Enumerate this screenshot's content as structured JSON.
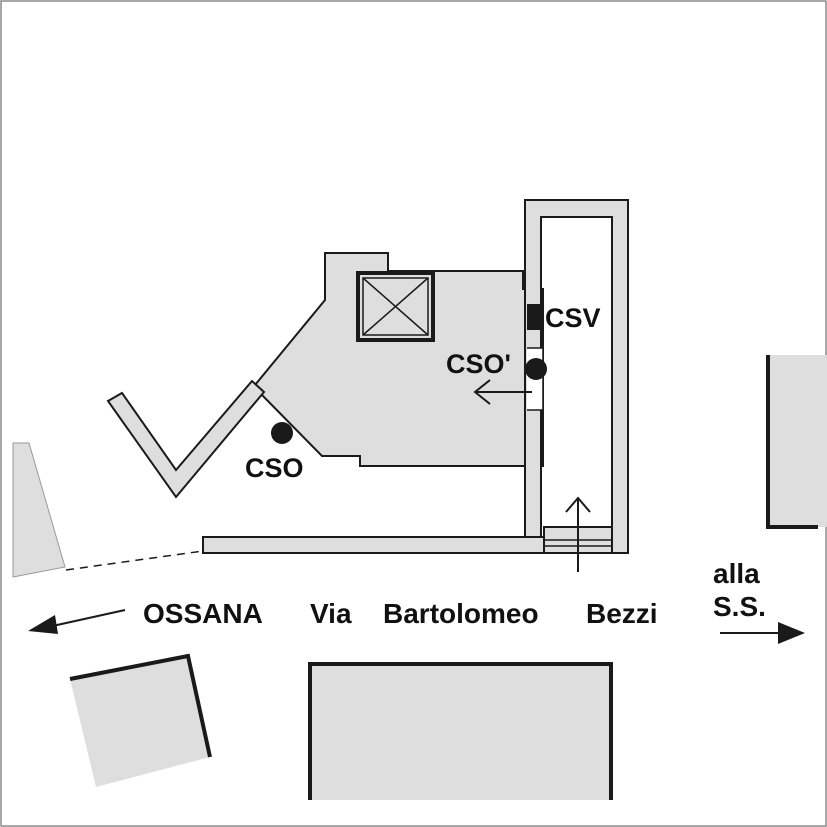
{
  "labels": {
    "csv": "CSV",
    "cso_prime": "CSO'",
    "cso": "CSO",
    "ossana": "OSSANA",
    "street_via": "Via",
    "street_name_1": "Bartolomeo",
    "street_name_2": "Bezzi",
    "dest_line_1": "alla",
    "dest_line_2": "S.S."
  },
  "colors": {
    "building_fill": "#dedede",
    "outline": "#1a1a1a",
    "marker": "#1a1a1a",
    "background": "#ffffff"
  }
}
